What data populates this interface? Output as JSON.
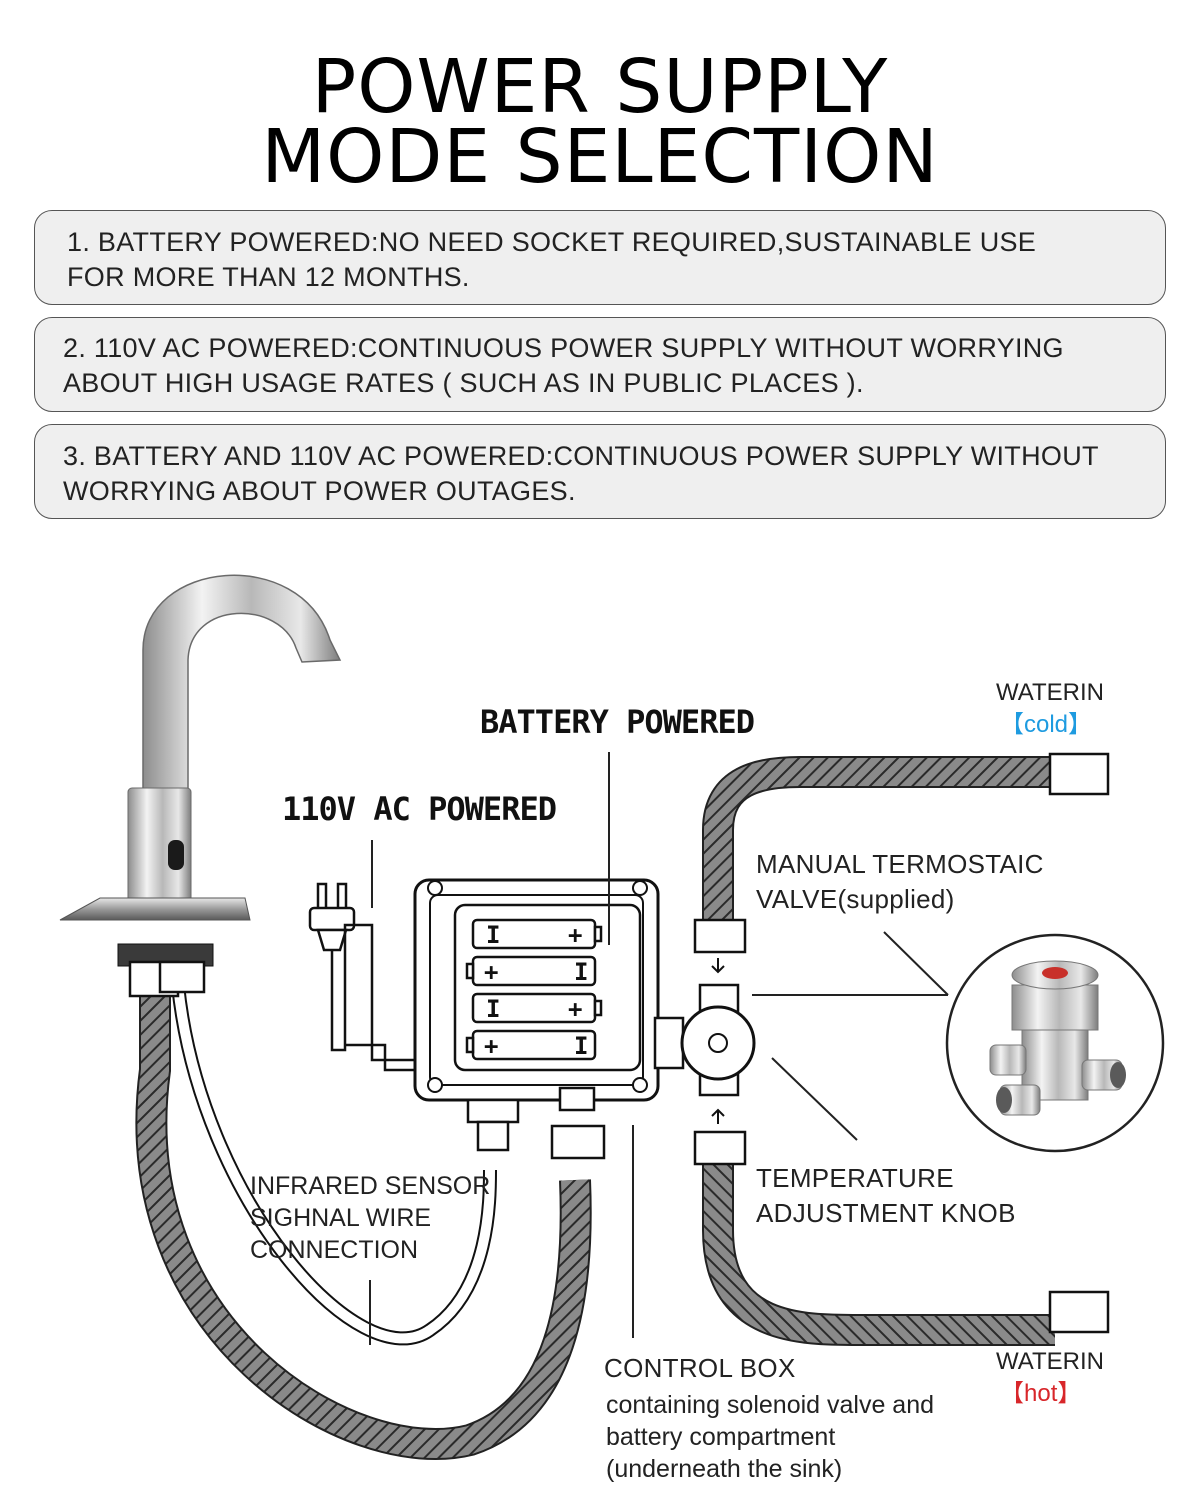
{
  "title": {
    "line1": "POWER SUPPLY",
    "line2": "MODE SELECTION"
  },
  "modes": [
    {
      "line1": "1.  BATTERY POWERED:NO NEED SOCKET REQUIRED,SUSTAINABLE USE",
      "line2": "FOR MORE THAN 12 MONTHS."
    },
    {
      "line1": "2. 110V AC POWERED:CONTINUOUS POWER SUPPLY WITHOUT WORRYING",
      "line2": "ABOUT HIGH USAGE RATES ( SUCH AS IN PUBLIC PLACES )."
    },
    {
      "line1": "3. BATTERY AND 110V AC POWERED:CONTINUOUS POWER SUPPLY WITHOUT",
      "line2": "WORRYING ABOUT  POWER OUTAGES."
    }
  ],
  "labels": {
    "battery_powered": "BATTERY POWERED",
    "ac_powered": "110V AC POWERED",
    "water_in_cold_1": "WATERIN",
    "water_in_cold_2": "【cold】",
    "water_in_hot_1": "WATERIN",
    "water_in_hot_2": "【hot】",
    "valve_1": "MANUAL TERMOSTAIC",
    "valve_2": "VALVE(supplied)",
    "knob_1": "TEMPERATURE",
    "knob_2": "ADJUSTMENT KNOB",
    "sensor_1": "INFRARED SENSOR",
    "sensor_2": "SIGHNAL WIRE",
    "sensor_3": "CONNECTION",
    "control_box": "CONTROL BOX",
    "control_desc_1": "containing solenoid valve and",
    "control_desc_2": "battery compartment",
    "control_desc_3": "(underneath the sink)"
  },
  "colors": {
    "cold": "#1e9be0",
    "hot": "#d8262a",
    "box_fill": "#efefef"
  },
  "icons": [
    "faucet-icon",
    "plug-icon",
    "battery-icon",
    "valve-icon",
    "hose-icon"
  ]
}
